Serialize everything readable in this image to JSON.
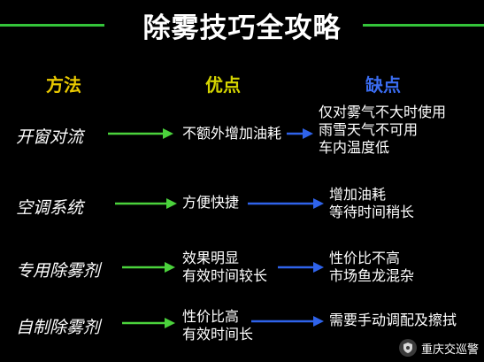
{
  "title": "除雾技巧全攻略",
  "headers": {
    "method": "方法",
    "pros": "优点",
    "cons": "缺点"
  },
  "colors": {
    "title_line": "#34c43a",
    "header_method": "#e8c800",
    "header_pros": "#d4d400",
    "header_cons": "#3a6cf0",
    "green_arrow": "#4bd23c",
    "blue_arrow": "#2f63ea"
  },
  "rows": [
    {
      "method": "开窗对流",
      "pros": [
        "不额外增加油耗"
      ],
      "cons": [
        "仅对雾气不大时使用",
        "雨雪天气不可用",
        "车内温度低"
      ]
    },
    {
      "method": "空调系统",
      "pros": [
        "方便快捷"
      ],
      "cons": [
        "增加油耗",
        "等待时间稍长"
      ]
    },
    {
      "method": "专用除雾剂",
      "pros": [
        "效果明显",
        "有效时间较长"
      ],
      "cons": [
        "性价比不高",
        "市场鱼龙混杂"
      ]
    },
    {
      "method": "自制除雾剂",
      "pros": [
        "性价比高",
        "有效时间长"
      ],
      "cons": [
        "需要手动调配及擦拭"
      ]
    }
  ],
  "watermark": {
    "text": "重庆交巡警",
    "icon": "police-badge-icon"
  }
}
